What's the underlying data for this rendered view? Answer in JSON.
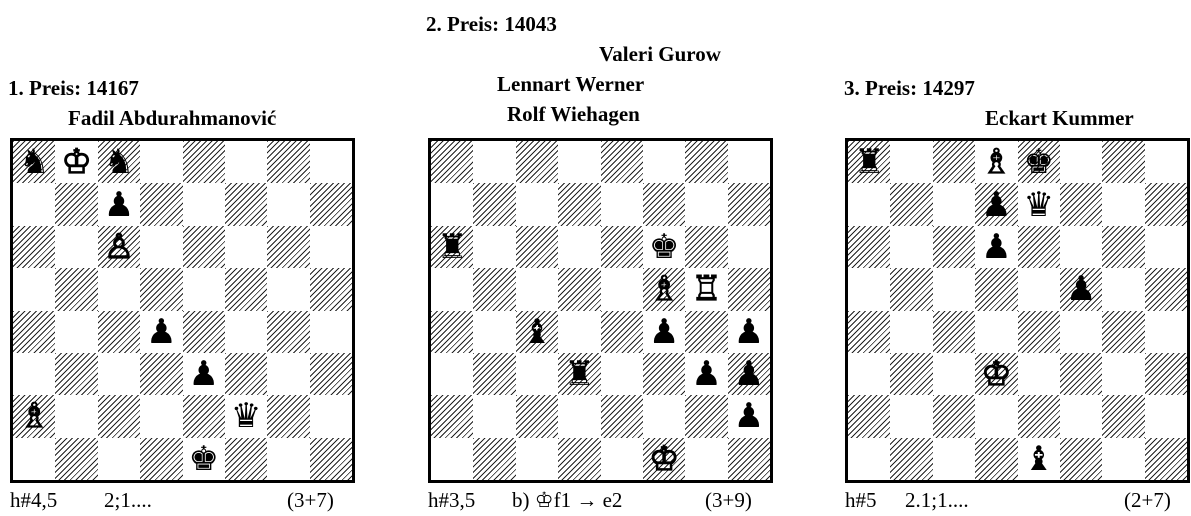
{
  "problems": [
    {
      "prize": "1. Preis: 14167",
      "authors": [
        "Fadil Abdurahmanović"
      ],
      "stipulation": "h#4,5",
      "solution_note": "2;1....",
      "count": "(3+7)",
      "pieces": [
        {
          "sq": "a8",
          "p": "n",
          "c": "b"
        },
        {
          "sq": "b8",
          "p": "k",
          "c": "w"
        },
        {
          "sq": "c8",
          "p": "n",
          "c": "b"
        },
        {
          "sq": "c7",
          "p": "p",
          "c": "b"
        },
        {
          "sq": "c6",
          "p": "p",
          "c": "w"
        },
        {
          "sq": "d4",
          "p": "p",
          "c": "b"
        },
        {
          "sq": "e3",
          "p": "p",
          "c": "b"
        },
        {
          "sq": "a2",
          "p": "b",
          "c": "w"
        },
        {
          "sq": "f2",
          "p": "q",
          "c": "b"
        },
        {
          "sq": "e1",
          "p": "k",
          "c": "b"
        }
      ]
    },
    {
      "prize": "2. Preis: 14043",
      "authors": [
        "Valeri Gurow",
        "Lennart Werner",
        "Rolf Wiehagen"
      ],
      "stipulation": "h#3,5",
      "twin": "b) ♔f1 → e2",
      "count": "(3+9)",
      "pieces": [
        {
          "sq": "a6",
          "p": "r",
          "c": "b"
        },
        {
          "sq": "f6",
          "p": "k",
          "c": "b"
        },
        {
          "sq": "f5",
          "p": "b",
          "c": "w"
        },
        {
          "sq": "g5",
          "p": "r",
          "c": "w"
        },
        {
          "sq": "c4",
          "p": "b",
          "c": "b"
        },
        {
          "sq": "f4",
          "p": "p",
          "c": "b"
        },
        {
          "sq": "h4",
          "p": "p",
          "c": "b"
        },
        {
          "sq": "d3",
          "p": "r",
          "c": "b"
        },
        {
          "sq": "g3",
          "p": "p",
          "c": "b"
        },
        {
          "sq": "h3",
          "p": "p",
          "c": "b"
        },
        {
          "sq": "h2",
          "p": "p",
          "c": "b"
        },
        {
          "sq": "f1",
          "p": "k",
          "c": "w"
        }
      ]
    },
    {
      "prize": "3. Preis: 14297",
      "authors": [
        "Eckart Kummer"
      ],
      "stipulation": "h#5",
      "solution_note": "2.1;1....",
      "count": "(2+7)",
      "pieces": [
        {
          "sq": "a8",
          "p": "r",
          "c": "b"
        },
        {
          "sq": "d8",
          "p": "b",
          "c": "w"
        },
        {
          "sq": "e8",
          "p": "k",
          "c": "b"
        },
        {
          "sq": "d7",
          "p": "p",
          "c": "b"
        },
        {
          "sq": "e7",
          "p": "q",
          "c": "b"
        },
        {
          "sq": "d6",
          "p": "p",
          "c": "b"
        },
        {
          "sq": "f5",
          "p": "p",
          "c": "b"
        },
        {
          "sq": "d3",
          "p": "k",
          "c": "w"
        },
        {
          "sq": "e1",
          "p": "b",
          "c": "b"
        }
      ]
    }
  ]
}
